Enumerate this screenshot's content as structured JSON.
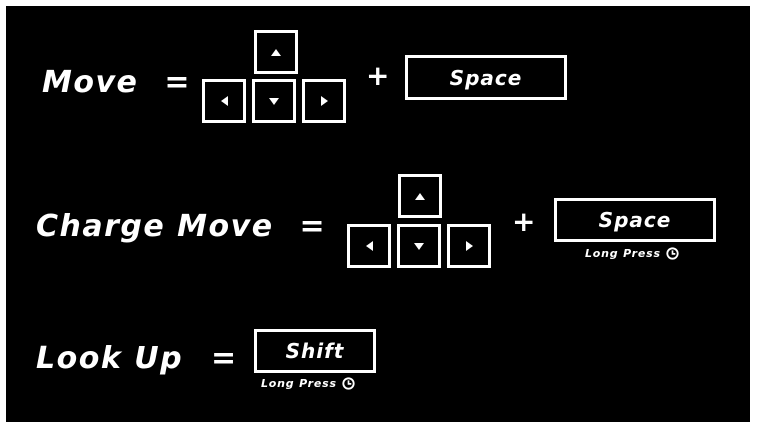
{
  "rows": {
    "move": {
      "label": "Move",
      "equals": "=",
      "plus": "+",
      "key": "Space"
    },
    "charge_move": {
      "label": "Charge Move",
      "equals": "=",
      "plus": "+",
      "key": "Space",
      "hint": "Long Press"
    },
    "look_up": {
      "label": "Look Up",
      "equals": "=",
      "key": "Shift",
      "hint": "Long Press"
    }
  },
  "icons": [
    "arrow-up-icon",
    "arrow-down-icon",
    "arrow-left-icon",
    "arrow-right-icon",
    "clock-icon"
  ],
  "colors": {
    "background": "#000000",
    "foreground": "#ffffff",
    "outer_border": "#ffffff"
  }
}
